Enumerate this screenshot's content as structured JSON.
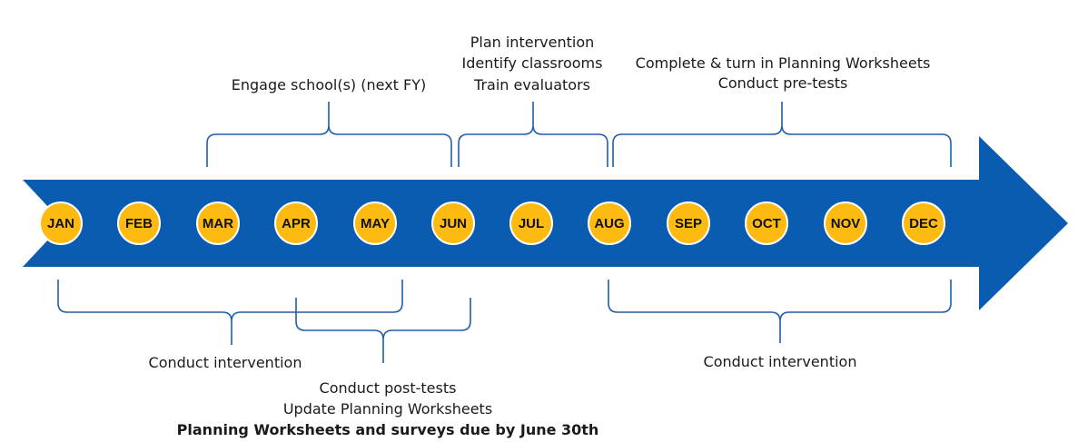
{
  "colors": {
    "arrow": "#0a5cb0",
    "month_fill": "#fdbb12",
    "month_stroke": "#ffffff",
    "bracket": "#1f5fa8",
    "text": "#1a1a1a"
  },
  "months": [
    "JAN",
    "FEB",
    "MAR",
    "APR",
    "MAY",
    "JUN",
    "JUL",
    "AUG",
    "SEP",
    "OCT",
    "NOV",
    "DEC"
  ],
  "above": {
    "engage": {
      "lines": [
        "Engage school(s) (next FY)"
      ]
    },
    "plan": {
      "lines": [
        "Plan intervention",
        "Identify classrooms",
        "Train evaluators"
      ]
    },
    "complete": {
      "lines": [
        "Complete & turn in Planning Worksheets",
        "Conduct pre-tests"
      ]
    }
  },
  "below": {
    "intervention_spring": {
      "lines": [
        "Conduct intervention"
      ]
    },
    "posttests": {
      "lines": [
        "Conduct post-tests",
        "Update Planning Worksheets"
      ],
      "bold_line": "Planning Worksheets and surveys due by June 30th"
    },
    "intervention_fall": {
      "lines": [
        "Conduct intervention"
      ]
    }
  }
}
